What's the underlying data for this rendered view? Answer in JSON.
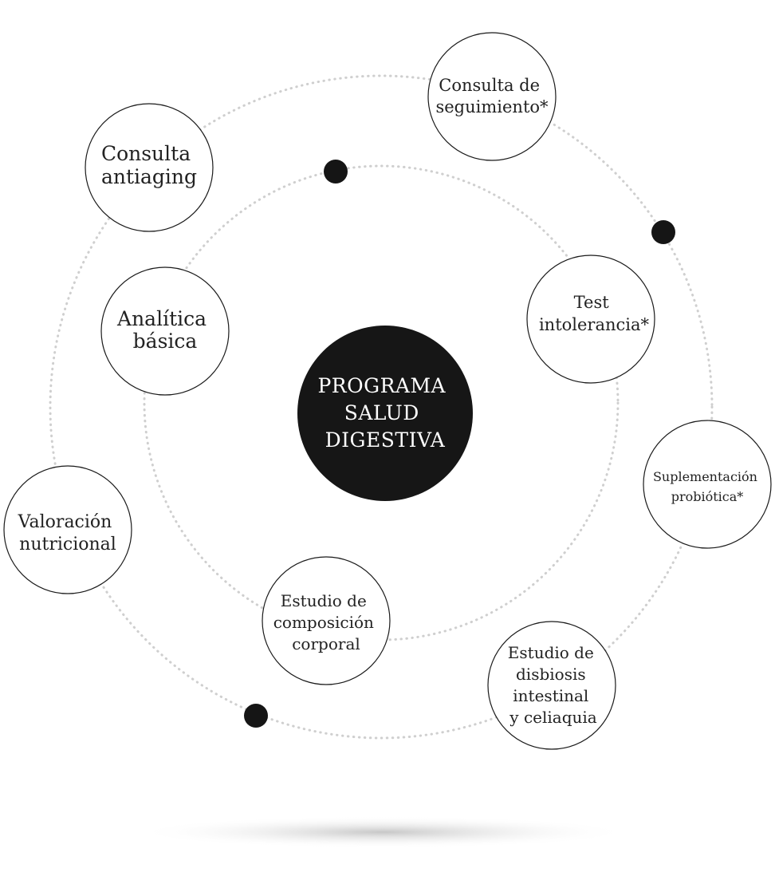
{
  "diagram": {
    "center": {
      "lines": [
        "PROGRAMA",
        "SALUD",
        "DIGESTIVA"
      ]
    },
    "nodes": [
      {
        "id": "consulta-seguimiento",
        "lines": [
          "Consulta de",
          "seguimiento*"
        ]
      },
      {
        "id": "consulta-antiaging",
        "lines": [
          "Consulta",
          "antiaging"
        ]
      },
      {
        "id": "analitica-basica",
        "lines": [
          "Analítica",
          "básica"
        ]
      },
      {
        "id": "test-intolerancia",
        "lines": [
          "Test",
          "intolerancia*"
        ]
      },
      {
        "id": "suplementacion-probiotica",
        "lines": [
          "Suplementación",
          "probiótica*"
        ]
      },
      {
        "id": "valoracion-nutricional",
        "lines": [
          "Valoración",
          "nutricional"
        ]
      },
      {
        "id": "estudio-composicion-corporal",
        "lines": [
          "Estudio de",
          "composición",
          "corporal"
        ]
      },
      {
        "id": "estudio-disbiosis",
        "lines": [
          "Estudio de",
          "disbiosis",
          "intestinal",
          "y celiaquia"
        ]
      }
    ],
    "colors": {
      "center_fill": "#161616",
      "node_stroke": "#1a1a1a",
      "orbit_stroke": "#cfcfcf",
      "dot_fill": "#151515"
    }
  }
}
